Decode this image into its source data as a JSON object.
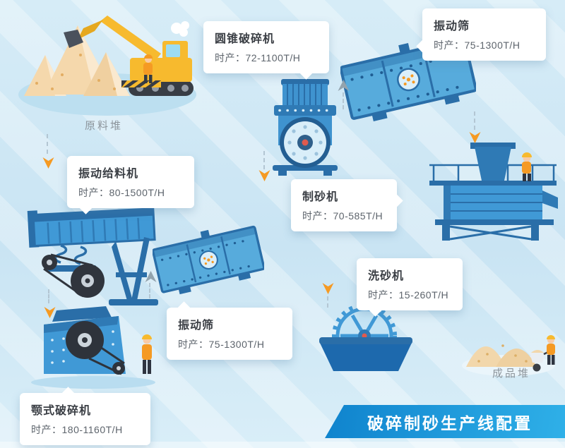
{
  "banner": {
    "title": "破碎制砂生产线配置"
  },
  "raw_pile": {
    "label": "原料堆"
  },
  "finished_pile": {
    "label": "成品堆"
  },
  "stations": [
    {
      "name": "振动给料机",
      "capacity": "时产：80-1500T/H"
    },
    {
      "name": "圆锥破碎机",
      "capacity": "时产：72-1100T/H"
    },
    {
      "name": "振动筛",
      "capacity": "时产：75-1300T/H"
    },
    {
      "name": "制砂机",
      "capacity": "时产：70-585T/H"
    },
    {
      "name": "振动筛",
      "capacity": "时产：75-1300T/H"
    },
    {
      "name": "洗砂机",
      "capacity": "时产：15-260T/H"
    },
    {
      "name": "颚式破碎机",
      "capacity": "时产：180-1160T/H"
    }
  ],
  "colors": {
    "accent_orange": "#f59a23",
    "machine_blue": "#4099d6",
    "machine_blue_dark": "#2a6ea8",
    "excavator_yellow": "#f7ba2e",
    "sand_tan": "#f2d7ab",
    "banner_gradient_start": "#0f83cd",
    "banner_gradient_end": "#2fb0e8",
    "background_blue": "#cde7f4",
    "card_bg": "#ffffff",
    "gray_arrow": "#93a3ad"
  }
}
